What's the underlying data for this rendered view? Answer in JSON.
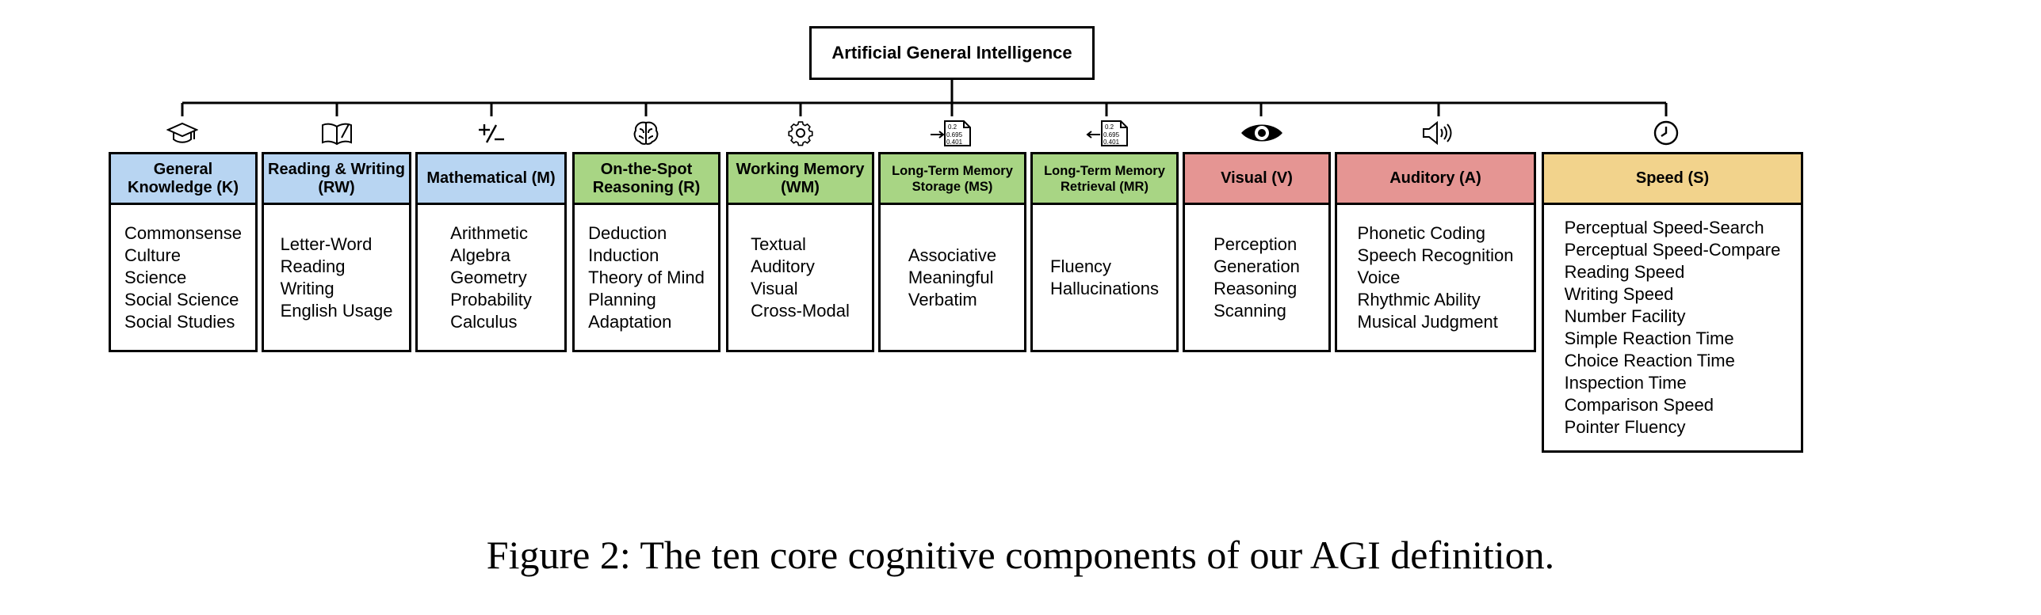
{
  "root": {
    "label": "Artificial General Intelligence"
  },
  "components": [
    {
      "id": "k",
      "title": "General Knowledge (K)",
      "color": "#b8d5f2",
      "icon": "graduation-cap-icon",
      "items": [
        "Commonsense",
        "Culture",
        "Science",
        "Social Science",
        "Social Studies"
      ]
    },
    {
      "id": "rw",
      "title": "Reading & Writing (RW)",
      "color": "#b8d5f2",
      "icon": "open-book-icon",
      "items": [
        "Letter-Word",
        "Reading",
        "Writing",
        "English Usage"
      ]
    },
    {
      "id": "m",
      "title": "Mathematical (M)",
      "color": "#b8d5f2",
      "icon": "plus-minus-icon",
      "items": [
        "Arithmetic",
        "Algebra",
        "Geometry",
        "Probability",
        "Calculus"
      ]
    },
    {
      "id": "r",
      "title": "On-the-Spot Reasoning (R)",
      "color": "#a8d584",
      "icon": "brain-icon",
      "items": [
        "Deduction",
        "Induction",
        "Theory of Mind",
        "Planning",
        "Adaptation"
      ]
    },
    {
      "id": "wm",
      "title": "Working Memory (WM)",
      "color": "#a8d584",
      "icon": "gear-icon",
      "items": [
        "Textual",
        "Auditory",
        "Visual",
        "Cross-Modal"
      ]
    },
    {
      "id": "ms",
      "title": "Long-Term Memory Storage (MS)",
      "color": "#a8d584",
      "icon": "memory-store-icon",
      "icon_text": [
        "0.2",
        "0.695",
        "0.401"
      ],
      "items": [
        "Associative",
        "Meaningful",
        "Verbatim"
      ]
    },
    {
      "id": "mr",
      "title": "Long-Term Memory Retrieval (MR)",
      "color": "#a8d584",
      "icon": "memory-retrieve-icon",
      "icon_text": [
        "0.2",
        "0.695",
        "0.401"
      ],
      "items": [
        "Fluency",
        "Hallucinations"
      ]
    },
    {
      "id": "v",
      "title": "Visual (V)",
      "color": "#e59593",
      "icon": "eye-icon",
      "items": [
        "Perception",
        "Generation",
        "Reasoning",
        "Scanning"
      ]
    },
    {
      "id": "a",
      "title": "Auditory (A)",
      "color": "#e59593",
      "icon": "speaker-icon",
      "items": [
        "Phonetic Coding",
        "Speech Recognition",
        "Voice",
        "Rhythmic Ability",
        "Musical Judgment"
      ]
    },
    {
      "id": "s",
      "title": "Speed (S)",
      "color": "#f2d38c",
      "icon": "clock-icon",
      "items": [
        "Perceptual Speed-Search",
        "Perceptual Speed-Compare",
        "Reading Speed",
        "Writing Speed",
        "Number Facility",
        "Simple Reaction Time",
        "Choice Reaction Time",
        "Inspection Time",
        "Comparison Speed",
        "Pointer Fluency"
      ]
    }
  ],
  "caption": "Figure 2: The ten core cognitive components of our AGI definition."
}
